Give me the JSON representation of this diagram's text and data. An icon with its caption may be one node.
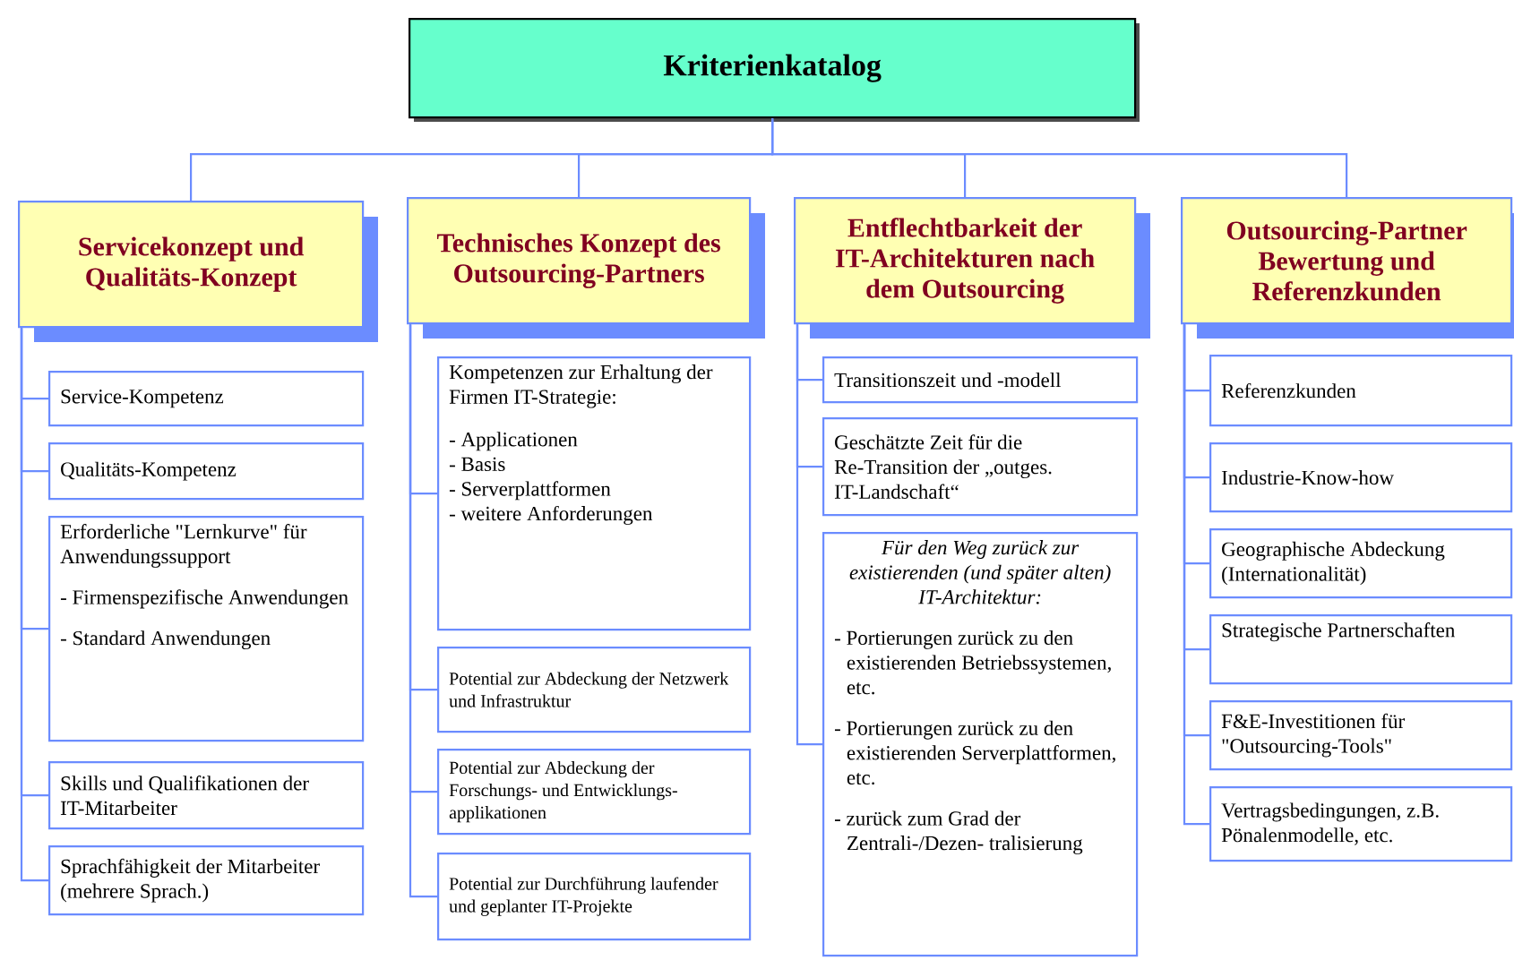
{
  "diagram": {
    "nodes": [
      {
        "text": [
          "Kriterienkatalog"
        ]
      },
      {
        "text": [
          "Servicekonzept und Qualitäts-Konzept"
        ]
      },
      {
        "text": [
          "Service-Kompetenz"
        ]
      },
      {
        "text": [
          "Qualitäts-Kompetenz"
        ]
      },
      {
        "text": [
          "Erforderliche \"Lernkurve\" für Anwendungssupport",
          "- Firmenspezifische Anwendungen",
          "- Standard Anwendungen"
        ]
      },
      {
        "text": [
          "Skills und Qualifikationen der IT-Mitarbeiter"
        ]
      },
      {
        "text": [
          "Sprachfähigkeit der Mitarbeiter (mehrere Sprach.)"
        ]
      },
      {
        "text": [
          "Technisches Konzept des Outsourcing-Partners"
        ]
      },
      {
        "text": [
          "Kompetenzen zur Erhaltung der Firmen IT-Strategie:",
          "- Applicationen",
          "- Basis",
          "- Serverplattformen",
          "- weitere Anforderungen"
        ]
      },
      {
        "text": [
          "Potential zur Abdeckung der Netzwerk und Infrastruktur"
        ]
      },
      {
        "text": [
          "Potential zur Abdeckung der Forschungs- und Entwicklungs- applikationen"
        ]
      },
      {
        "text": [
          "Potential zur Durchführung laufender und geplanter IT-Projekte"
        ]
      },
      {
        "text": [
          "Entflechtbarkeit der IT-Architekturen nach dem Outsourcing"
        ]
      },
      {
        "text": [
          "Transitionszeit und -modell"
        ]
      },
      {
        "text": [
          "Geschätzte Zeit für die Re-Transition der „outges. IT-Landschaft“"
        ]
      },
      {
        "text": [
          "Für den Weg zurück zur existierenden (und später alten) IT-Architektur:",
          "- Portierungen zurück zu den existierenden Betriebssystemen, etc.",
          "- Portierungen zurück zu den existierenden Serverplattformen, etc.",
          "- zurück zum Grad der Zentrali-/Dezen- tralisierung"
        ]
      },
      {
        "text": [
          "Outsourcing-Partner Bewertung und Referenzkunden"
        ]
      },
      {
        "text": [
          "Referenzkunden"
        ]
      },
      {
        "text": [
          "Industrie-Know-how"
        ]
      },
      {
        "text": [
          "Geographische Abdeckung (Internationalität)"
        ]
      },
      {
        "text": [
          "Strategische Partnerschaften"
        ]
      },
      {
        "text": [
          "F&E-Investitionen für \"Outsourcing-Tools\""
        ]
      },
      {
        "text": [
          "Vertragsbedingungen, z.B. Pönalenmodelle, etc."
        ]
      }
    ],
    "edges": [
      {
        "from": 0,
        "to": 1,
        "arrow": "none"
      },
      {
        "from": 0,
        "to": 7,
        "arrow": "none"
      },
      {
        "from": 0,
        "to": 12,
        "arrow": "none"
      },
      {
        "from": 0,
        "to": 16,
        "arrow": "none"
      },
      {
        "from": 1,
        "to": 2,
        "arrow": "none"
      },
      {
        "from": 1,
        "to": 3,
        "arrow": "none"
      },
      {
        "from": 1,
        "to": 4,
        "arrow": "none"
      },
      {
        "from": 1,
        "to": 5,
        "arrow": "none"
      },
      {
        "from": 1,
        "to": 6,
        "arrow": "none"
      },
      {
        "from": 7,
        "to": 8,
        "arrow": "none"
      },
      {
        "from": 7,
        "to": 9,
        "arrow": "none"
      },
      {
        "from": 7,
        "to": 10,
        "arrow": "none"
      },
      {
        "from": 7,
        "to": 11,
        "arrow": "none"
      },
      {
        "from": 12,
        "to": 13,
        "arrow": "none"
      },
      {
        "from": 12,
        "to": 14,
        "arrow": "none"
      },
      {
        "from": 12,
        "to": 15,
        "arrow": "none"
      },
      {
        "from": 16,
        "to": 17,
        "arrow": "none"
      },
      {
        "from": 16,
        "to": 18,
        "arrow": "none"
      },
      {
        "from": 16,
        "to": 19,
        "arrow": "none"
      },
      {
        "from": 16,
        "to": 20,
        "arrow": "none"
      },
      {
        "from": 16,
        "to": 21,
        "arrow": "none"
      },
      {
        "from": 16,
        "to": 22,
        "arrow": "none"
      }
    ]
  }
}
